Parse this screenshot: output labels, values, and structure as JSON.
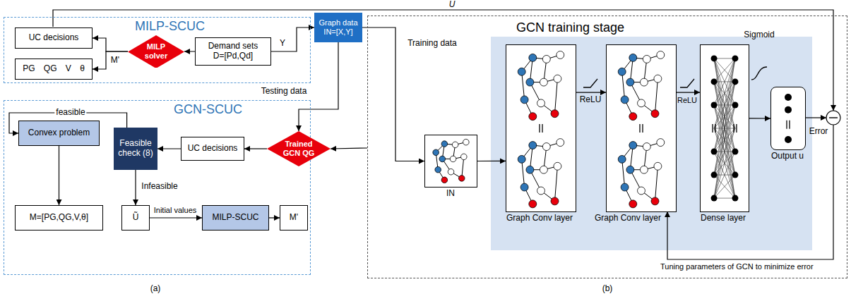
{
  "diagram": {
    "nodes": [
      {
        "text": [
          "MILP-SCUC"
        ]
      },
      {
        "text": [
          "UC decisions"
        ],
        "in": 0
      },
      {
        "text": [
          "MILP solver"
        ],
        "in": 0
      },
      {
        "text": [
          "Demand sets",
          "D=[Pd,Qd]"
        ],
        "in": 0
      },
      {
        "text": [
          "PG QG V θ"
        ],
        "in": 0
      },
      {
        "text": [
          "Graph data",
          "IN=[X,Y]"
        ]
      },
      {
        "text": [
          "GCN-SCUC"
        ]
      },
      {
        "text": [
          "Convex problem"
        ],
        "in": 6
      },
      {
        "text": [
          "Feasible check (8)"
        ],
        "in": 6
      },
      {
        "text": [
          "UC decisions"
        ],
        "in": 6
      },
      {
        "text": [
          "Trained GCN QG"
        ],
        "in": 6
      },
      {
        "text": [
          "M=[PG,QG,V,θ]"
        ],
        "in": 6
      },
      {
        "text": [
          "Ũ"
        ],
        "in": 6
      },
      {
        "text": [
          "MILP-SCUC"
        ],
        "in": 6
      },
      {
        "text": [
          "M'"
        ],
        "in": 6
      },
      {
        "text": [
          "GCN training stage"
        ]
      },
      {
        "text": [
          "IN"
        ],
        "in": 15
      },
      {
        "text": [
          "Graph Conv layer"
        ],
        "in": 15
      },
      {
        "text": [
          "Graph Conv layer"
        ],
        "in": 15
      },
      {
        "text": [
          "Dense layer"
        ],
        "in": 15
      },
      {
        "text": [
          "Output u"
        ],
        "in": 15
      }
    ],
    "edges": [
      {
        "from": 3,
        "to": 2,
        "arrow": "to"
      },
      {
        "from": 2,
        "to": 1,
        "arrow": "to"
      },
      {
        "from": 2,
        "to": 4,
        "arrow": "to",
        "label": "M'"
      },
      {
        "from": 3,
        "to": 5,
        "arrow": "to",
        "label": "Y"
      },
      {
        "from": 5,
        "to": 16,
        "arrow": "to",
        "label": "Training data"
      },
      {
        "from": 5,
        "to": 10,
        "arrow": "to",
        "label": "Testing data"
      },
      {
        "from": 15,
        "to": 10,
        "arrow": "to"
      },
      {
        "from": 10,
        "to": 9,
        "arrow": "to"
      },
      {
        "from": 9,
        "to": 8,
        "arrow": "to"
      },
      {
        "from": 8,
        "to": 7,
        "arrow": "to",
        "label": "feasible"
      },
      {
        "from": 7,
        "to": 11,
        "arrow": "to"
      },
      {
        "from": 8,
        "to": 12,
        "arrow": "to",
        "label": "Infeasible"
      },
      {
        "from": 12,
        "to": 13,
        "arrow": "to",
        "label": "Initial values"
      },
      {
        "from": 13,
        "to": 14,
        "arrow": "to"
      },
      {
        "from": 16,
        "to": 17,
        "arrow": "to"
      },
      {
        "from": 17,
        "to": 18,
        "arrow": "to",
        "label": "ReLU"
      },
      {
        "from": 18,
        "to": 19,
        "arrow": "to",
        "label": "ReLU"
      },
      {
        "from": 19,
        "to": 20,
        "arrow": "to",
        "label": "Sigmoid"
      }
    ],
    "labels": [
      "U",
      "Error",
      "Tuning parameters of GCN to minimize error",
      "(a)",
      "(b)"
    ]
  }
}
